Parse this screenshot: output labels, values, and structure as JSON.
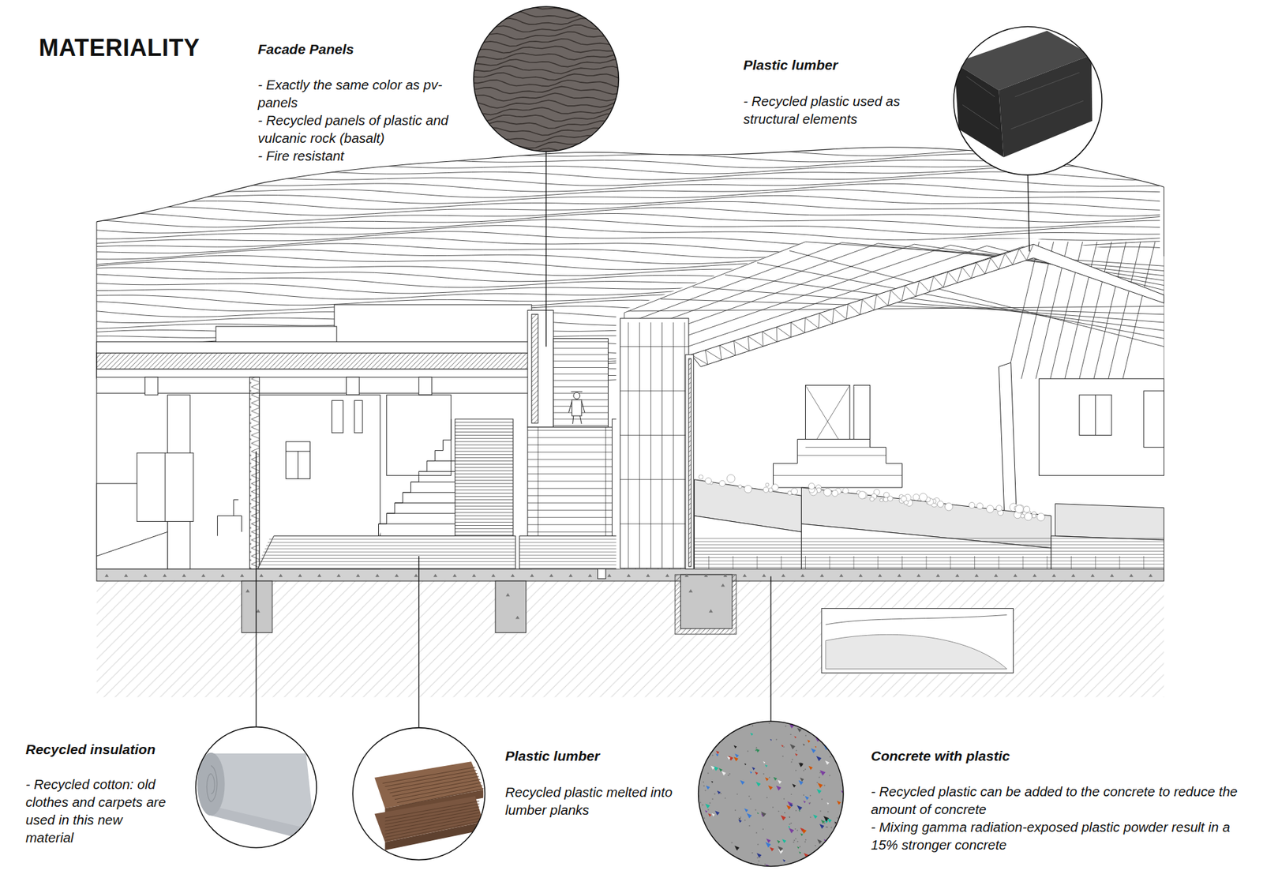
{
  "diagram": {
    "title": "MATERIALITY",
    "labels": [
      "Facade Panels",
      "- Exactly the same color as pv-panels",
      "- Recycled panels of plastic and vulcanic rock (basalt)",
      "- Fire resistant",
      "Plastic lumber",
      "- Recycled plastic used as structural elements",
      "Recycled insulation",
      "- Recycled cotton: old clothes and carpets are used in this new material",
      "Plastic lumber",
      "Recycled plastic melted into lumber planks",
      "Concrete with plastic",
      "- Recycled plastic can be added to the concrete to reduce the amount of concrete",
      "- Mixing gamma radiation-exposed plastic powder result in a 15% stronger concrete"
    ]
  }
}
